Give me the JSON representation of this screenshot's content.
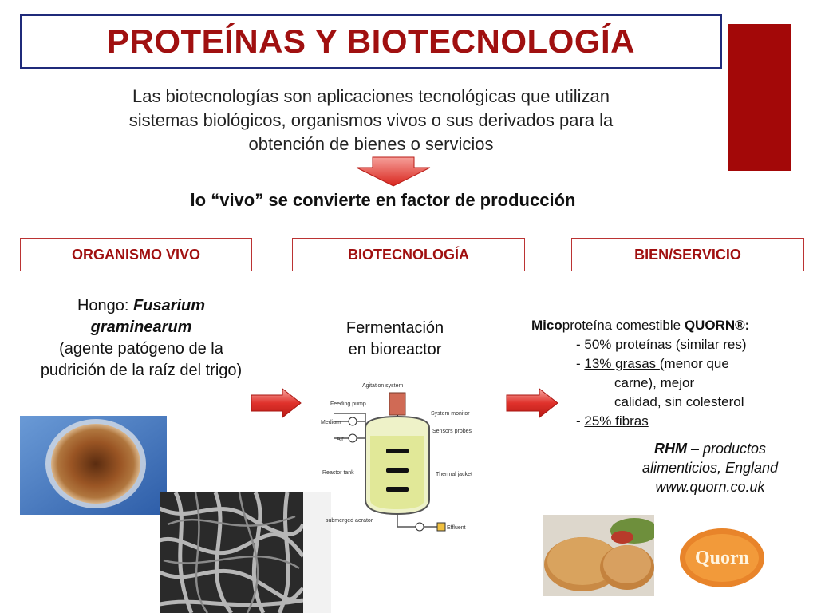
{
  "title": "PROTEÍNAS Y BIOTECNOLOGÍA",
  "intro": [
    "Las biotecnologías son aplicaciones tecnológicas que utilizan",
    "sistemas biológicos, organismos vivos o sus derivados para la",
    "obtención de bienes o servicios"
  ],
  "tagline": "lo “vivo” se convierte en factor de producción",
  "headers": {
    "organism": "ORGANISMO VIVO",
    "biotech": "BIOTECNOLOGÍA",
    "product": "BIEN/SERVICIO"
  },
  "organism": {
    "prefix": "Hongo: ",
    "name_line1": "Fusarium",
    "name_line2": "graminearum",
    "desc_line1": "(agente patógeno de la",
    "desc_line2": "pudrición de la raíz del trigo)"
  },
  "biotech": {
    "line1": "Fermentación",
    "line2": "en bioreactor"
  },
  "bioreactor_labels": {
    "agitation": "Agitation system",
    "feeding": "Feeding pump",
    "medium": "Medium",
    "air": "Air",
    "monitor": "System monitor",
    "sensors": "Sensors probes",
    "tank": "Reactor tank",
    "jacket": "Thermal jacket",
    "aerator": "submerged aerator",
    "effluent": "Effluent"
  },
  "product": {
    "prefix_bold": "Mico",
    "heading_rest": "proteína comestible ",
    "brand": "QUORN®:",
    "item1_dash": "- ",
    "item1_u": "50% proteínas ",
    "item1_rest": "(similar res)",
    "item2_dash": "- ",
    "item2_u": "13% grasas ",
    "item2_rest": "(menor que",
    "item2_cont1": "carne),  mejor",
    "item2_cont2": "calidad, sin colesterol",
    "item3_dash": "- ",
    "item3_u": "25% fibras",
    "rhm_bold": "RHM",
    "rhm_rest": " – productos",
    "rhm_line2": "alimenticios, England",
    "rhm_line3": "www.quorn.co.uk"
  },
  "logo": {
    "text": "Quorn"
  },
  "colors": {
    "title_red": "#a01010",
    "bar_red": "#a30808",
    "title_border": "#1f2a7a",
    "arrow_red": "#e0322c",
    "logo_orange": "#e8842a"
  }
}
